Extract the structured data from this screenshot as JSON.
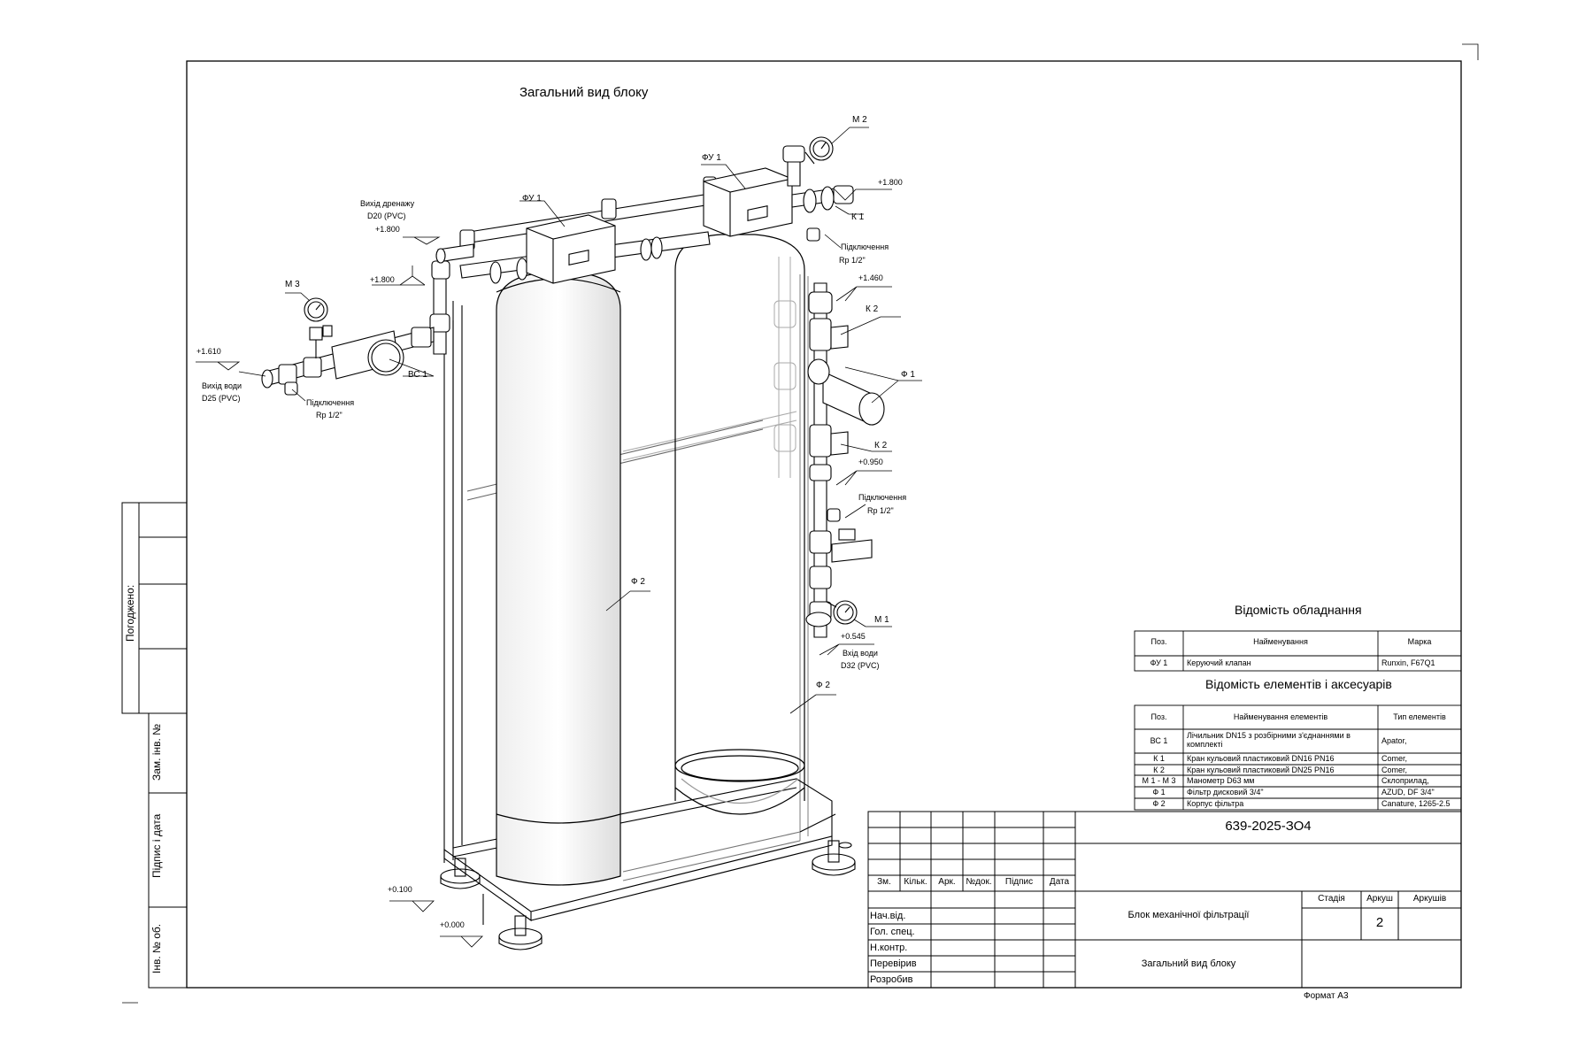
{
  "drawing": {
    "title": "Загальний вид блоку",
    "labels": {
      "fu1_left": "ФУ 1",
      "fu1_right": "ФУ 1",
      "m2": "М 2",
      "m3": "М 3",
      "m1": "М 1",
      "k1": "К 1",
      "k2_top": "К 2",
      "k2_bottom": "К 2",
      "f1": "Ф 1",
      "f2_left": "Ф 2",
      "f2_right": "Ф 2",
      "bc1": "ВС 1",
      "drain_out_1": "Вихід дренажу",
      "drain_out_2": "D20 (PVC)",
      "water_out_1": "Вихід води",
      "water_out_2": "D25 (PVC)",
      "water_in_1": "Вхід води",
      "water_in_2": "D32 (PVC)",
      "conn_left_1": "Підключення",
      "conn_left_2": "Rp 1/2\"",
      "conn_top_1": "Підключення",
      "conn_top_2": "Rp 1/2\"",
      "conn_mid_1": "Підключення",
      "conn_mid_2": "Rp 1/2\""
    },
    "elevations": {
      "e1800_drain": "+1.800",
      "e1800_left": "+1.800",
      "e1800_right": "+1.800",
      "e1610": "+1.610",
      "e1460": "+1.460",
      "e0950": "+0.950",
      "e0545": "+0.545",
      "e0100": "+0.100",
      "e0000": "+0.000"
    }
  },
  "equipment_table": {
    "title": "Відомість обладнання",
    "headers": [
      "Поз.",
      "Найменування",
      "Марка"
    ],
    "rows": [
      [
        "ФУ 1",
        "Керуючий клапан",
        "Runxin, F67Q1"
      ]
    ]
  },
  "elements_table": {
    "title": "Відомість елементів і аксесуарів",
    "headers": [
      "Поз.",
      "Найменування елементів",
      "Тип елементів"
    ],
    "rows": [
      [
        "ВС 1",
        "Лічильник DN15 з розбірними з'єднаннями в комплекті",
        "Apator,"
      ],
      [
        "К 1",
        "Кран кульовий пластиковий DN16 PN16",
        "Comer,"
      ],
      [
        "К 2",
        "Кран кульовий пластиковий DN25 PN16",
        "Comer,"
      ],
      [
        "М 1 - М 3",
        "Манометр D63 мм",
        "Склоприлад,"
      ],
      [
        "Ф 1",
        "Фільтр дисковий 3/4\"",
        "AZUD, DF 3/4\""
      ],
      [
        "Ф 2",
        "Корпус фільтра",
        "Canature, 1265-2.5"
      ]
    ]
  },
  "title_block": {
    "doc_code": "639-2025-ЗО4",
    "col_headers": [
      "Зм.",
      "Кільк.",
      "Арк.",
      "№док.",
      "Підпис",
      "Дата"
    ],
    "roles": [
      "Нач.від.",
      "Гол. спец.",
      "Н.контр.",
      "Перевірив",
      "Розробив"
    ],
    "project_name": "Блок механічної фільтрації",
    "sheet_name": "Загальний вид блоку",
    "stage_label": "Стадія",
    "sheet_label": "Аркуш",
    "sheets_label": "Аркушів",
    "sheet_number": "2",
    "format": "Формат А3"
  },
  "side_stamp": {
    "agreed": "Погоджено:",
    "replaced_inv": "Зам. інв. №",
    "signature_date": "Підпис і дата",
    "inv_orig": "Інв. № об."
  }
}
